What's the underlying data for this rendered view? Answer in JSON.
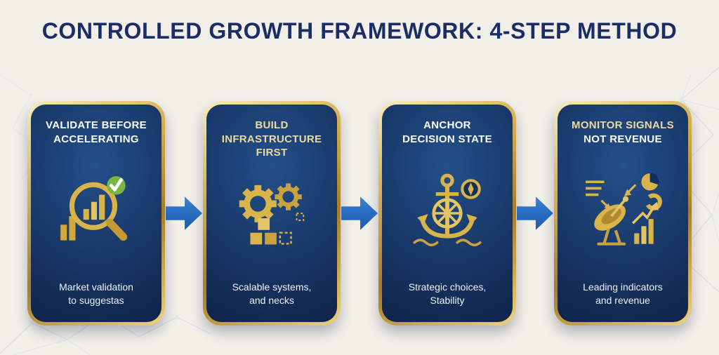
{
  "header": {
    "title": "CONTROLLED GROWTH FRAMEWORK: 4-STEP METHOD"
  },
  "steps": [
    {
      "title_line1": "VALIDATE BEFORE",
      "title_line2": "ACCELERATING",
      "title_color": "#ffffff",
      "icon": "magnifier-bar-chart-check-icon",
      "caption_line1": "Market validation",
      "caption_line2": "to suggestas"
    },
    {
      "title_line1": "BUILD",
      "title_line2": "INFRASTRUCTURE",
      "title_line3": "FIRST",
      "title_color": "#ecd9a0",
      "icon": "gears-blocks-icon",
      "caption_line1": "Scalable systems,",
      "caption_line2": "and necks"
    },
    {
      "title_line1": "ANCHOR",
      "title_line2": "DECISION STATE",
      "title_color": "#ffffff",
      "icon": "anchor-wheel-compass-icon",
      "caption_line1": "Strategic choices,",
      "caption_line2": "Stability"
    },
    {
      "title_line1": "MONITOR SIGNALS",
      "title_line2": "NOT REVENUE",
      "title_color": "#ecd9a0",
      "icon": "satellite-signals-charts-icon",
      "caption_line1": "Leading indicators",
      "caption_line2": "and revenue"
    }
  ],
  "colors": {
    "background": "#f2efe9",
    "title_text": "#1b2d66",
    "card_navy_top": "#23508a",
    "card_navy_bottom": "#0c1c3e",
    "gold_border": "#dcb757",
    "gold_icon": "#d9b44a",
    "arrow_blue": "#2a6fc4",
    "check_green": "#7ab546",
    "decor_line": "#cfdcea"
  }
}
